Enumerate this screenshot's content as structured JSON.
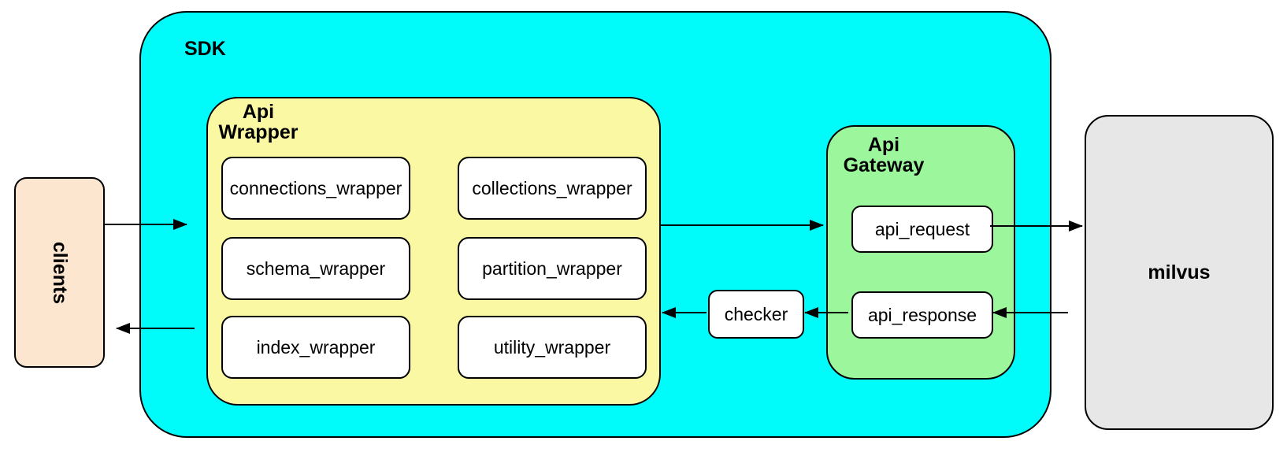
{
  "colors": {
    "background": "#FFFFFF",
    "border": "#000000",
    "sdk_fill": "#00FBFB",
    "wrapper_fill": "#FBF8A3",
    "gateway_fill": "#9CF79C",
    "clients_fill": "#FCE6CF",
    "milvus_fill": "#E7E7E7",
    "box_fill": "#FFFFFF"
  },
  "nodes": {
    "clients": {
      "label": "clients"
    },
    "sdk": {
      "label": "SDK"
    },
    "api_wrapper": {
      "label_line1": "Api",
      "label_line2": "Wrapper",
      "boxes": [
        "connections_wrapper",
        "collections_wrapper",
        "schema_wrapper",
        "partition_wrapper",
        "index_wrapper",
        "utility_wrapper"
      ]
    },
    "checker": {
      "label": "checker"
    },
    "api_gateway": {
      "label_line1": "Api",
      "label_line2": "Gateway",
      "boxes": [
        "api_request",
        "api_response"
      ]
    },
    "milvus": {
      "label": "milvus"
    }
  },
  "edges": [
    {
      "from": "clients",
      "to": "SDK"
    },
    {
      "from": "SDK",
      "to": "clients"
    },
    {
      "from": "Api Wrapper",
      "to": "Api Gateway"
    },
    {
      "from": "api_request",
      "to": "milvus"
    },
    {
      "from": "milvus",
      "to": "api_response"
    },
    {
      "from": "api_response",
      "to": "checker"
    },
    {
      "from": "checker",
      "to": "Api Wrapper"
    }
  ]
}
